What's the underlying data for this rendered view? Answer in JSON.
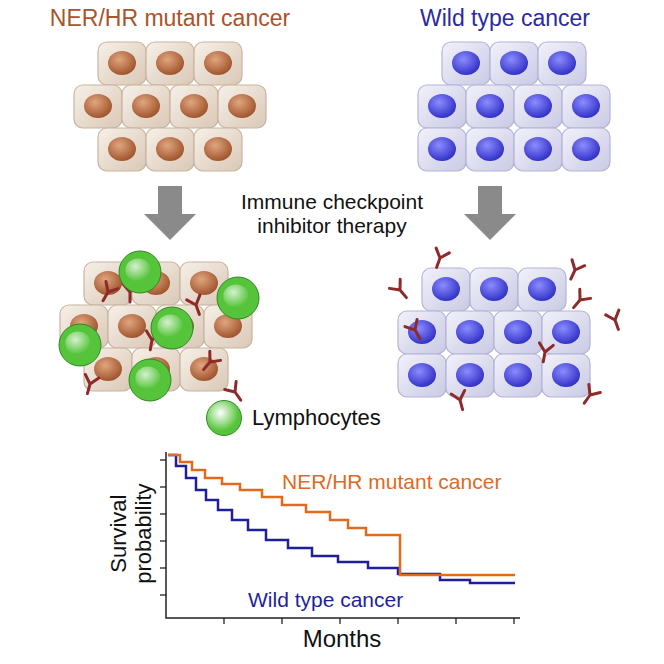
{
  "diagram": {
    "labels": [
      "NER/HR mutant cancer",
      "Wild type cancer",
      "Immune checkpoint inhibitor therapy",
      "Survival probability",
      "Months",
      "NER/HR mutant cancer",
      "Wild type cancer"
    ],
    "legend": [
      {
        "text": "Lymphocytes",
        "color": "#55c43a"
      }
    ]
  }
}
